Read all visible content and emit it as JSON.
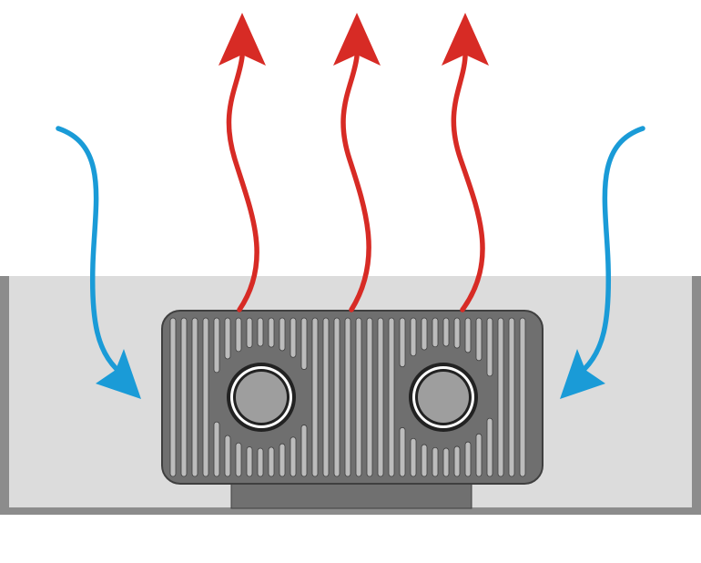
{
  "diagram": {
    "colors": {
      "background": "#ffffff",
      "trench_fill": "#dcdcdc",
      "trench_wall": "#8c8c8c",
      "heater_body": "#6f6f6f",
      "heater_outline": "#3f3f3f",
      "fin": "#bcbcbc",
      "fan_ring": "#222222",
      "fan_gap": "#ffffff",
      "fan_hub": "#9e9e9e",
      "base_block": "#707070",
      "warm_air": "#d72b25",
      "cool_air": "#1a9bd7"
    },
    "icons": {
      "warm_air": "arrow-up-icon",
      "cool_air": "arrow-curved-in-icon",
      "fan": "fan-icon"
    },
    "fan_count": 2,
    "warm_air_arrow_count": 3,
    "cool_air_arrow_count": 2
  }
}
